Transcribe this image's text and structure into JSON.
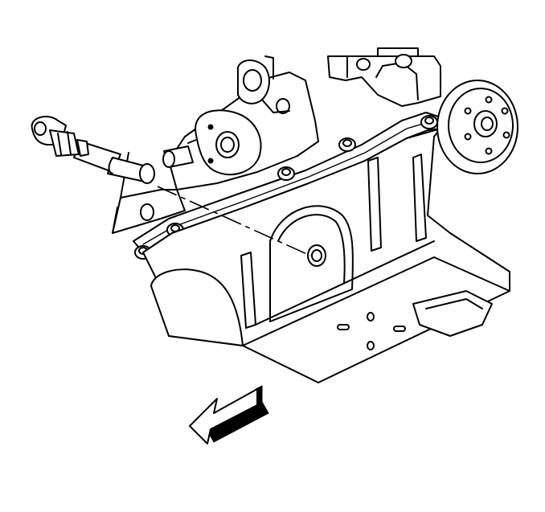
{
  "diagram": {
    "parts": [
      {
        "name": "engine-block",
        "icon": "engine-block-icon"
      },
      {
        "name": "oil-pan",
        "icon": "oil-pan-icon"
      },
      {
        "name": "oil-pan-gasket-rail",
        "icon": "gasket-rail-icon"
      },
      {
        "name": "crankshaft-pulley",
        "icon": "pulley-icon"
      },
      {
        "name": "oil-filter-adapter",
        "icon": "filter-adapter-icon"
      },
      {
        "name": "oil-pressure-sensor",
        "icon": "sensor-icon"
      },
      {
        "name": "sensor-socket",
        "icon": "socket-icon"
      },
      {
        "name": "sensor-port",
        "icon": "port-icon"
      },
      {
        "name": "flange-bolts",
        "icon": "bolt-icon"
      }
    ],
    "front_arrow": {
      "icon": "direction-arrow-icon",
      "direction": "front-left"
    },
    "colors": {
      "line": "#000000",
      "fill": "#ffffff"
    }
  }
}
